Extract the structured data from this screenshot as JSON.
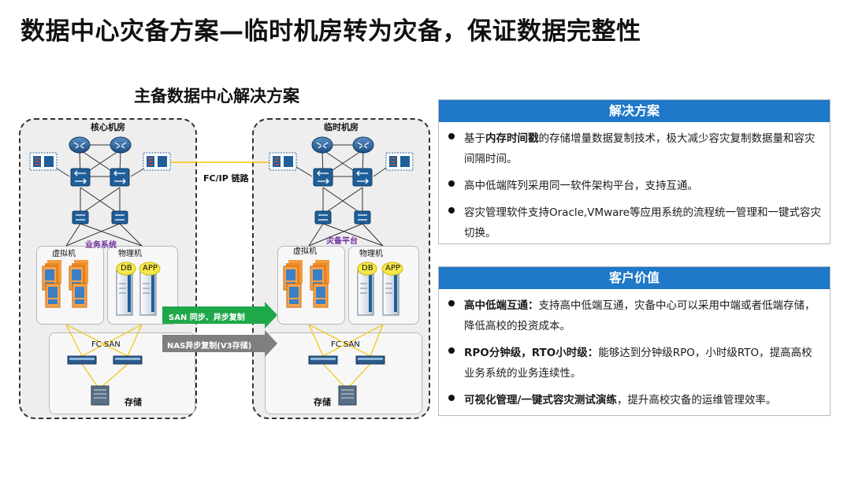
{
  "title": "数据中心灾备方案—临时机房转为灾备，保证数据完整性",
  "diagram": {
    "title": "主备数据中心解决方案",
    "left": {
      "label": "核心机房",
      "app_layer": "业务系统",
      "vm_label": "虚拟机",
      "pm_label": "物理机",
      "db_label": "DB",
      "app_label": "APP",
      "san_label": "FC SAN",
      "storage_label": "存储"
    },
    "right": {
      "label": "临时机房",
      "app_layer": "灾备平台",
      "vm_label": "虚拟机",
      "pm_label": "物理机",
      "db_label": "DB",
      "app_label": "APP",
      "san_label": "FC SAN",
      "storage_label": "存储"
    },
    "link_label": "FC/IP  链路",
    "arrow_san": "SAN 同步、异步复制",
    "arrow_nas": "NAS异步复制(V3存储)",
    "colors": {
      "arrow_green": "#1fa84a",
      "arrow_gray": "#7f7f7f",
      "link_yellow": "#f5c400",
      "device_blue": "#1f5f99",
      "panel_blue": "#1f78c8"
    }
  },
  "solution": {
    "header": "解决方案",
    "items": [
      {
        "prefix": "基于",
        "bold": "内存时间戳",
        "rest": "的存储增量数据复制技术，极大减少容灾复制数据量和容灾间隔时间。"
      },
      {
        "prefix": "",
        "bold": "",
        "rest": "高中低端阵列采用同一软件架构平台，支持互通。"
      },
      {
        "prefix": "",
        "bold": "",
        "rest": "容灾管理软件支持Oracle,VMware等应用系统的流程统一管理和一键式容灾 切换。"
      }
    ]
  },
  "value": {
    "header": "客户价值",
    "items": [
      {
        "prefix": "",
        "bold": "高中低端互通：",
        "rest": "支持高中低端互通，灾备中心可以采用中端或者低端存储，降低高校的投资成本。"
      },
      {
        "prefix": "",
        "bold": "RPO分钟级，RTO小时级：",
        "rest": "能够达到分钟级RPO，小时级RTO，提高高校业务系统的业务连续性。"
      },
      {
        "prefix": "",
        "bold": "可视化管理/一键式容灾测试演练",
        "rest": "，提升高校灾备的运维管理效率。"
      }
    ]
  }
}
